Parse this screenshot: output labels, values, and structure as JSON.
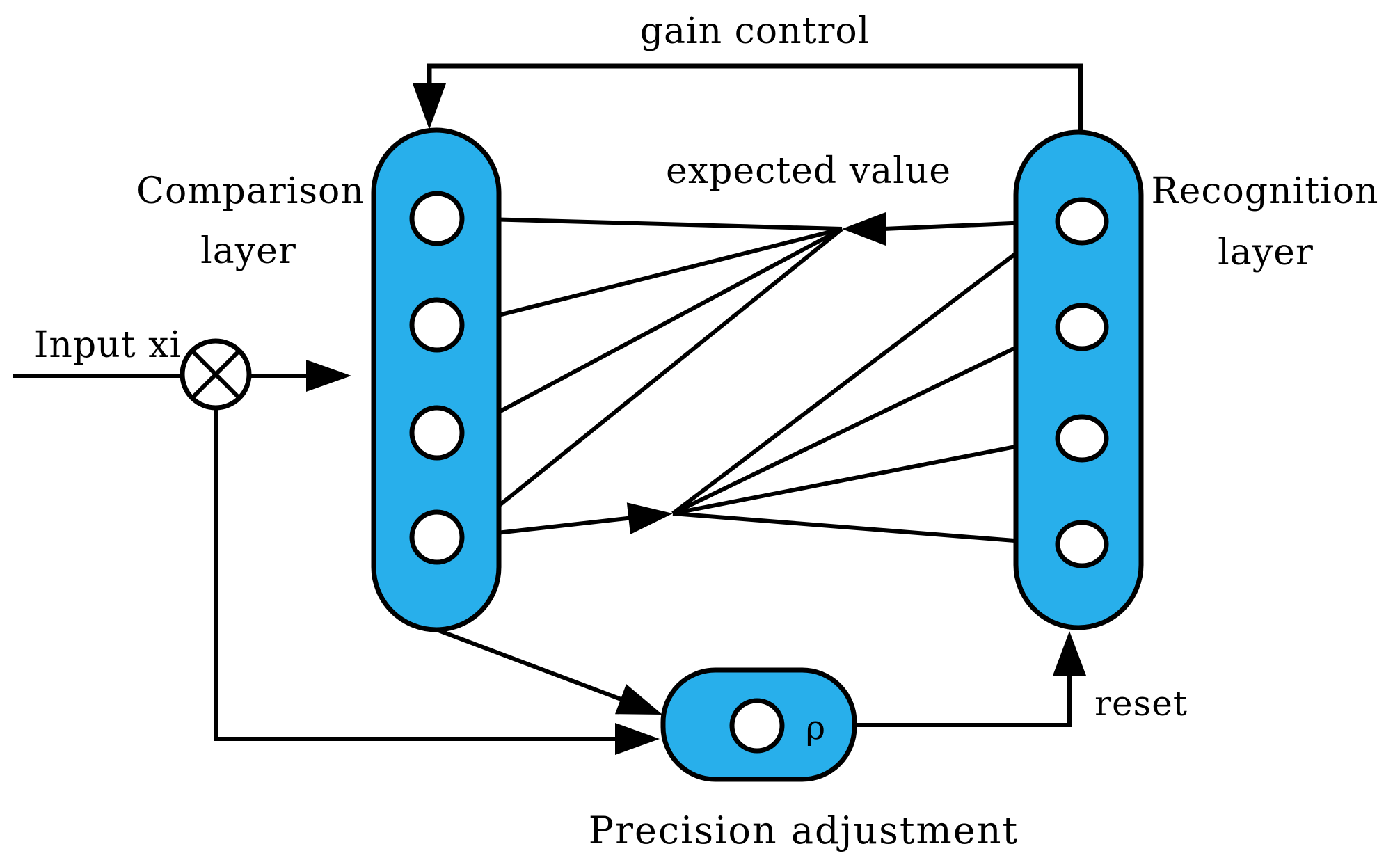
{
  "colors": {
    "layer_fill": "#28AFEB",
    "node_fill": "#FFFFFF",
    "line": "#000000",
    "background": "#FFFFFF"
  },
  "labels": {
    "gain_control": "gain control",
    "expected_value": "expected value",
    "comparison_layer_line1": "Comparison",
    "comparison_layer_line2": "layer",
    "recognition_layer_line1": "Recognition",
    "recognition_layer_line2": "layer",
    "input": "Input xi",
    "reset": "reset",
    "vigilance_symbol": "ρ",
    "precision_adjustment": "Precision adjustment"
  },
  "structure": {
    "comparison_node_count": 4,
    "recognition_node_count": 4
  }
}
